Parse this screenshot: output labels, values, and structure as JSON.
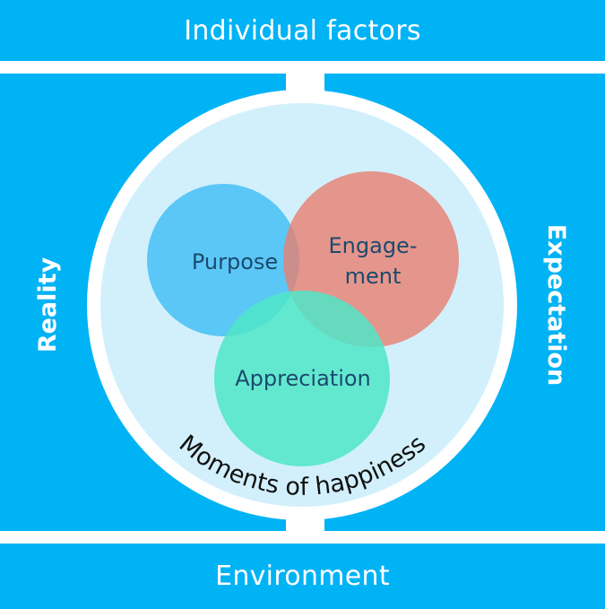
{
  "title_top": "Individual factors",
  "title_bottom": "Environment",
  "left_label": "Reality",
  "right_label": "Expectation",
  "circles": {
    "purpose": "Purpose",
    "engagement_line1": "Engage-",
    "engagement_line2": "ment",
    "appreciation": "Appreciation"
  },
  "outer_label": "Moments of happiness",
  "colors": {
    "brand_blue": "#00b3f5",
    "inner_disc": "#d2f0fc",
    "purpose": "#54c4f5",
    "engagement": "#e8806f",
    "appreciation": "#50e6c8",
    "text_dark": "#1b4a6e"
  }
}
